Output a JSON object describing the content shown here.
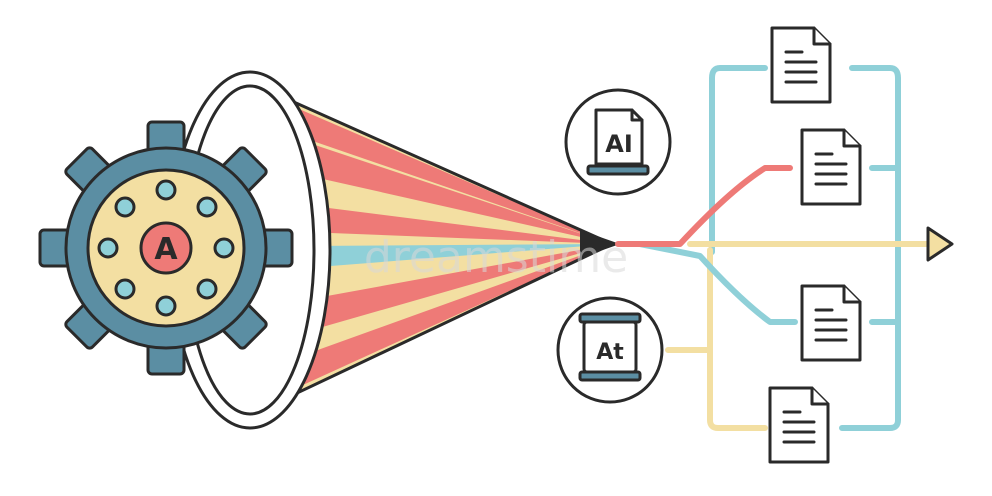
{
  "colors": {
    "outline": "#2a2a2a",
    "gear": "#5b8ea3",
    "gear_inner": "#f3dfa2",
    "dot": "#8fd0d8",
    "red": "#ee7a77",
    "yellow": "#f3dfa2",
    "teal": "#8fd0d8"
  },
  "gear": {
    "emblem": "A"
  },
  "badges": [
    {
      "label": "AI"
    },
    {
      "label": "At"
    }
  ],
  "watermark": "dreamstime"
}
